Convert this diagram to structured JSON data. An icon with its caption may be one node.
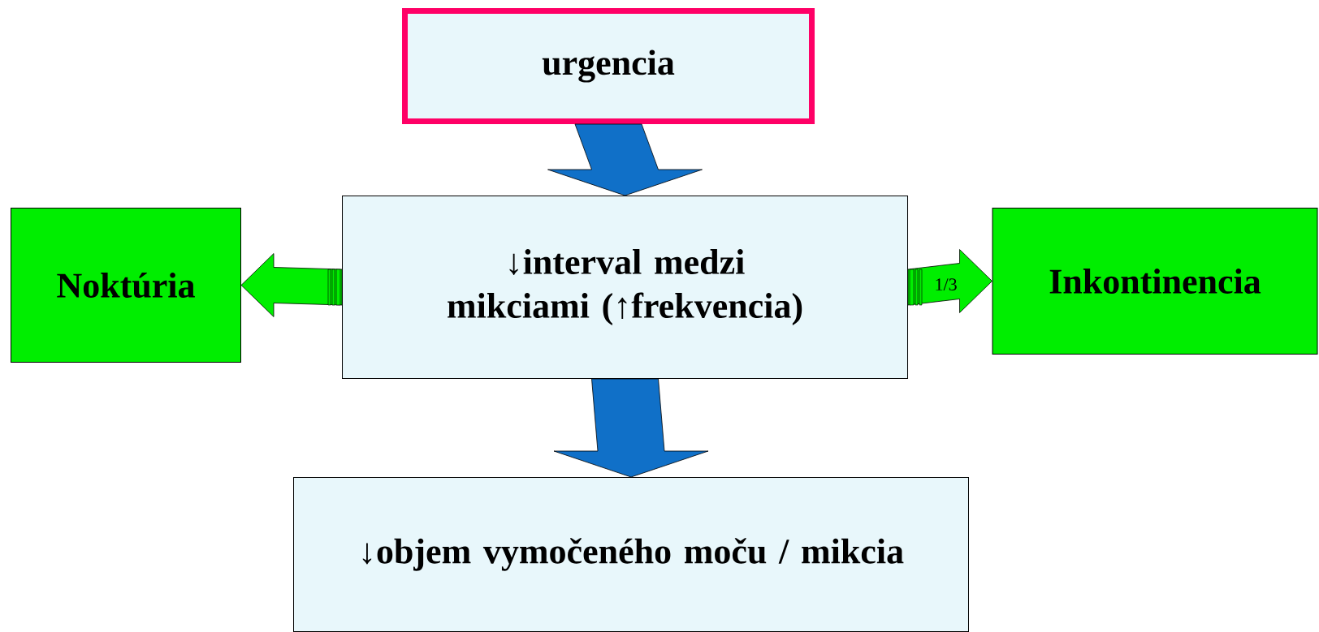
{
  "diagram": {
    "nodes": [
      {
        "text": [
          "urgencia"
        ]
      },
      {
        "text": [
          "↓interval medzi mikciami (↑frekvencia)"
        ]
      },
      {
        "text": [
          "Noktúria"
        ]
      },
      {
        "text": [
          "Inkontinencia"
        ]
      },
      {
        "text": [
          "↓objem vymočeného moču / mikcia"
        ]
      }
    ],
    "edges": [
      {
        "from": 0,
        "to": 1,
        "arrow": "to",
        "style": "thick",
        "color": "#1070c8"
      },
      {
        "from": 1,
        "to": 2,
        "arrow": "to",
        "style": "thick",
        "color": "#00ee00"
      },
      {
        "from": 1,
        "to": 3,
        "arrow": "to",
        "label": "1/3",
        "style": "thick",
        "color": "#00ee00"
      },
      {
        "from": 1,
        "to": 4,
        "arrow": "to",
        "style": "thick",
        "color": "#1070c8"
      }
    ]
  }
}
